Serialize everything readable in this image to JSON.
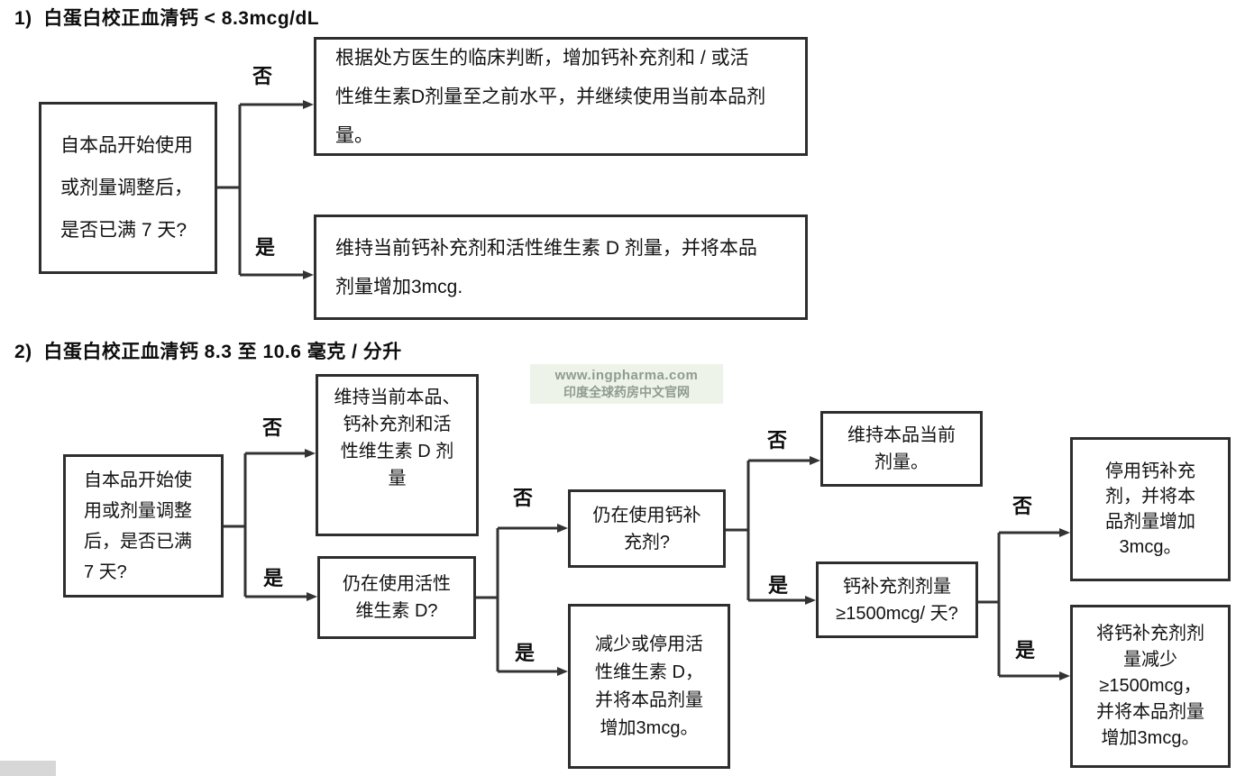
{
  "titles": {
    "section1": "1)  白蛋白校正血清钙 < 8.3mcg/dL",
    "section2": "2)  白蛋白校正血清钙 8.3 至 10.6 毫克 / 分升"
  },
  "labels": {
    "no": "否",
    "yes": "是"
  },
  "section1": {
    "question": "自本品开始使用\n或剂量调整后，\n是否已满 7 天?",
    "no_result": "根据处方医生的临床判断，增加钙补充剂和 / 或活\n性维生素D剂量至之前水平，并继续使用当前本品剂\n量。",
    "yes_result": "维持当前钙补充剂和活性维生素 D 剂量，并将本品\n剂量增加3mcg."
  },
  "section2": {
    "question": "自本品开始使\n用或剂量调整\n后，是否已满\n7 天?",
    "maintain_all": "维持当前本品、\n钙补充剂和活\n性维生素 D 剂\n量",
    "vitd_question": "仍在使用活性\n维生素 D?",
    "calcium_question": "仍在使用钙补\n充剂?",
    "reduce_vitd": "减少或停用活\n性维生素 D，\n并将本品剂量\n增加3mcg。",
    "maintain_dose": "维持本品当前\n剂量。",
    "calcium_dose_question": "钙补充剂剂量\n≥1500mcg/ 天?",
    "stop_calcium": "停用钙补充\n剂，并将本\n品剂量增加\n3mcg。",
    "reduce_calcium": "将钙补充剂剂\n量减少\n≥1500mcg，\n并将本品剂量\n增加3mcg。"
  },
  "watermark": {
    "line1": "www.ingpharma.com",
    "line2": "印度全球药房中文官网",
    "bg_color": "#edf3e9",
    "text_color": "#8f9c8c"
  },
  "line_color": "#333333"
}
